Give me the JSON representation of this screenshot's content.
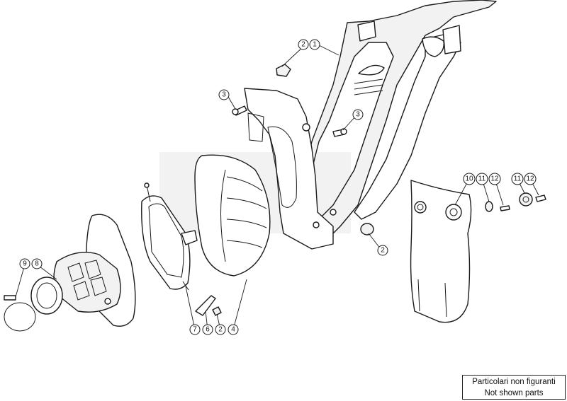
{
  "callouts": [
    {
      "id": "c1",
      "label": "1"
    },
    {
      "id": "c2a",
      "label": "2"
    },
    {
      "id": "c2b",
      "label": "2"
    },
    {
      "id": "c2c",
      "label": "2"
    },
    {
      "id": "c3a",
      "label": "3"
    },
    {
      "id": "c3b",
      "label": "3"
    },
    {
      "id": "c4",
      "label": "4"
    },
    {
      "id": "c6",
      "label": "6"
    },
    {
      "id": "c7",
      "label": "7"
    },
    {
      "id": "c8",
      "label": "8"
    },
    {
      "id": "c9",
      "label": "9"
    },
    {
      "id": "c10",
      "label": "10"
    },
    {
      "id": "c11a",
      "label": "11"
    },
    {
      "id": "c11b",
      "label": "11"
    },
    {
      "id": "c12a",
      "label": "12"
    },
    {
      "id": "c12b",
      "label": "12"
    }
  ],
  "note": {
    "line1": "Particolari non figuranti",
    "line2": "Not shown parts"
  }
}
